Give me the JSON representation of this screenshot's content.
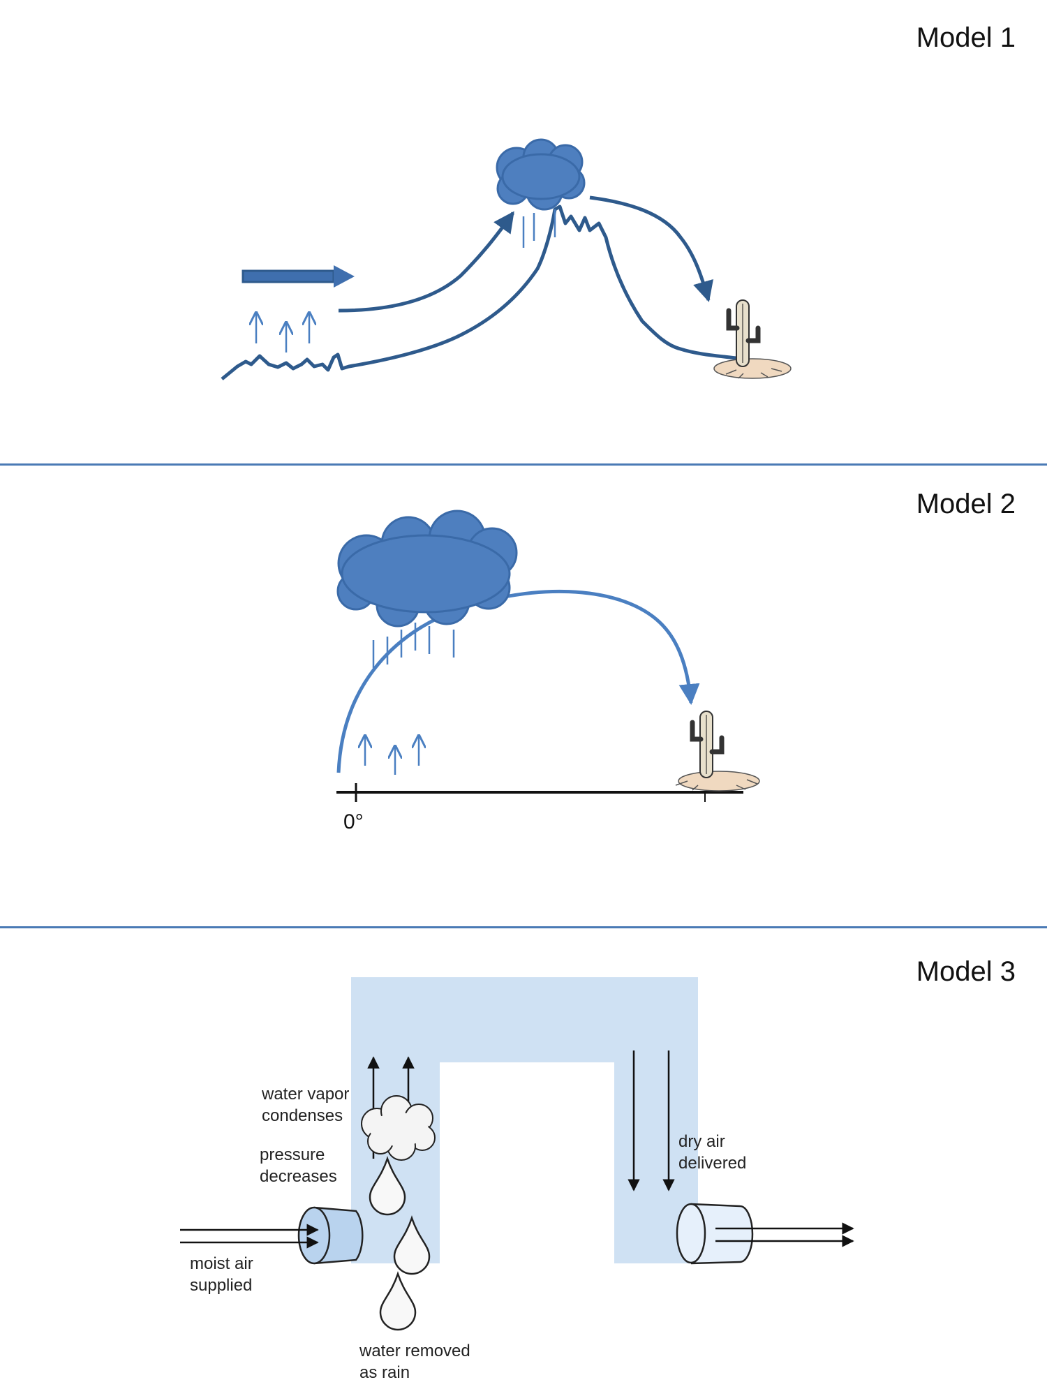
{
  "colors": {
    "dark_blue": "#2e5a8c",
    "cloud_blue": "#4e7fbf",
    "arrow_blue": "#4a7fc1",
    "light_blue": "#cfe1f3",
    "divider": "#4a7ab5",
    "sand": "#f0d9c0"
  },
  "model1": {
    "title": "Model 1"
  },
  "model2": {
    "title": "Model 2",
    "axis_label": "0°"
  },
  "model3": {
    "title": "Model 3",
    "labels": {
      "vapor_1": "water vapor",
      "vapor_2": "condenses",
      "pressure_1": "pressure",
      "pressure_2": "decreases",
      "moist_1": "moist air",
      "moist_2": "supplied",
      "dry_1": "dry air",
      "dry_2": "delivered",
      "rain_1": "water removed",
      "rain_2": "as rain"
    }
  }
}
